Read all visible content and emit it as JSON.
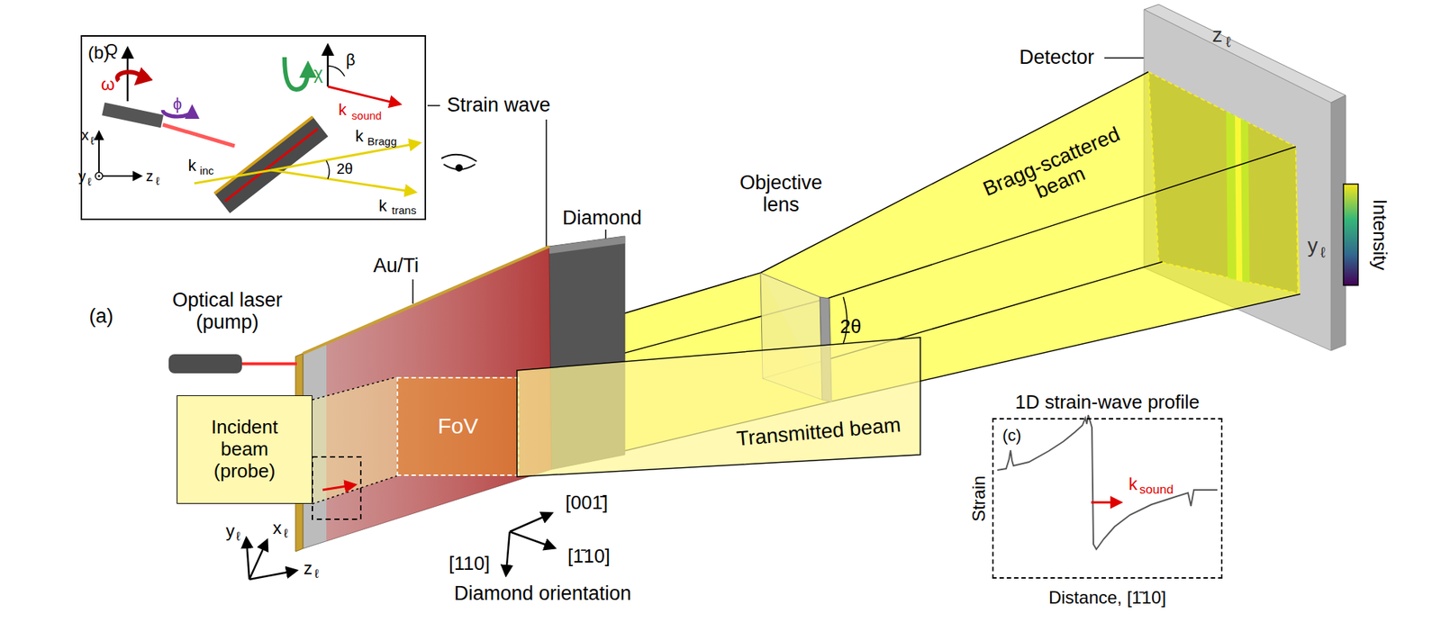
{
  "diagram": {
    "nodes": [
      {
        "text": [
          "(b)"
        ]
      },
      {
        "text": [
          "Incident beam (probe)"
        ]
      },
      {
        "text": [
          "FoV"
        ]
      },
      {
        "text": [
          "Transmitted beam"
        ]
      },
      {
        "text": [
          "1D strain-wave profile",
          "(c)"
        ]
      }
    ],
    "labels": [
      "Q",
      "ω",
      "χ",
      "ϕ",
      "β",
      "k",
      "sound",
      "x",
      "ℓ",
      "y",
      "ℓ",
      "z",
      "ℓ",
      "k",
      "inc",
      "k",
      "Bragg",
      "k",
      "trans",
      "2θ",
      "Strain wave",
      "Diamond",
      "Au/Ti",
      "Optical laser (pump)",
      "(a)",
      "Objective lens",
      "2θ",
      "Detector",
      "Bragg-scattered beam",
      "z",
      "ℓ",
      "y",
      "ℓ",
      "Intensity",
      "[001̄]",
      "[1̄10]",
      "[110]",
      "Diamond orientation",
      "y",
      "ℓ",
      "x",
      "ℓ",
      "z",
      "ℓ",
      "Strain",
      "Distance, [1̄10]",
      "k",
      "sound"
    ]
  }
}
